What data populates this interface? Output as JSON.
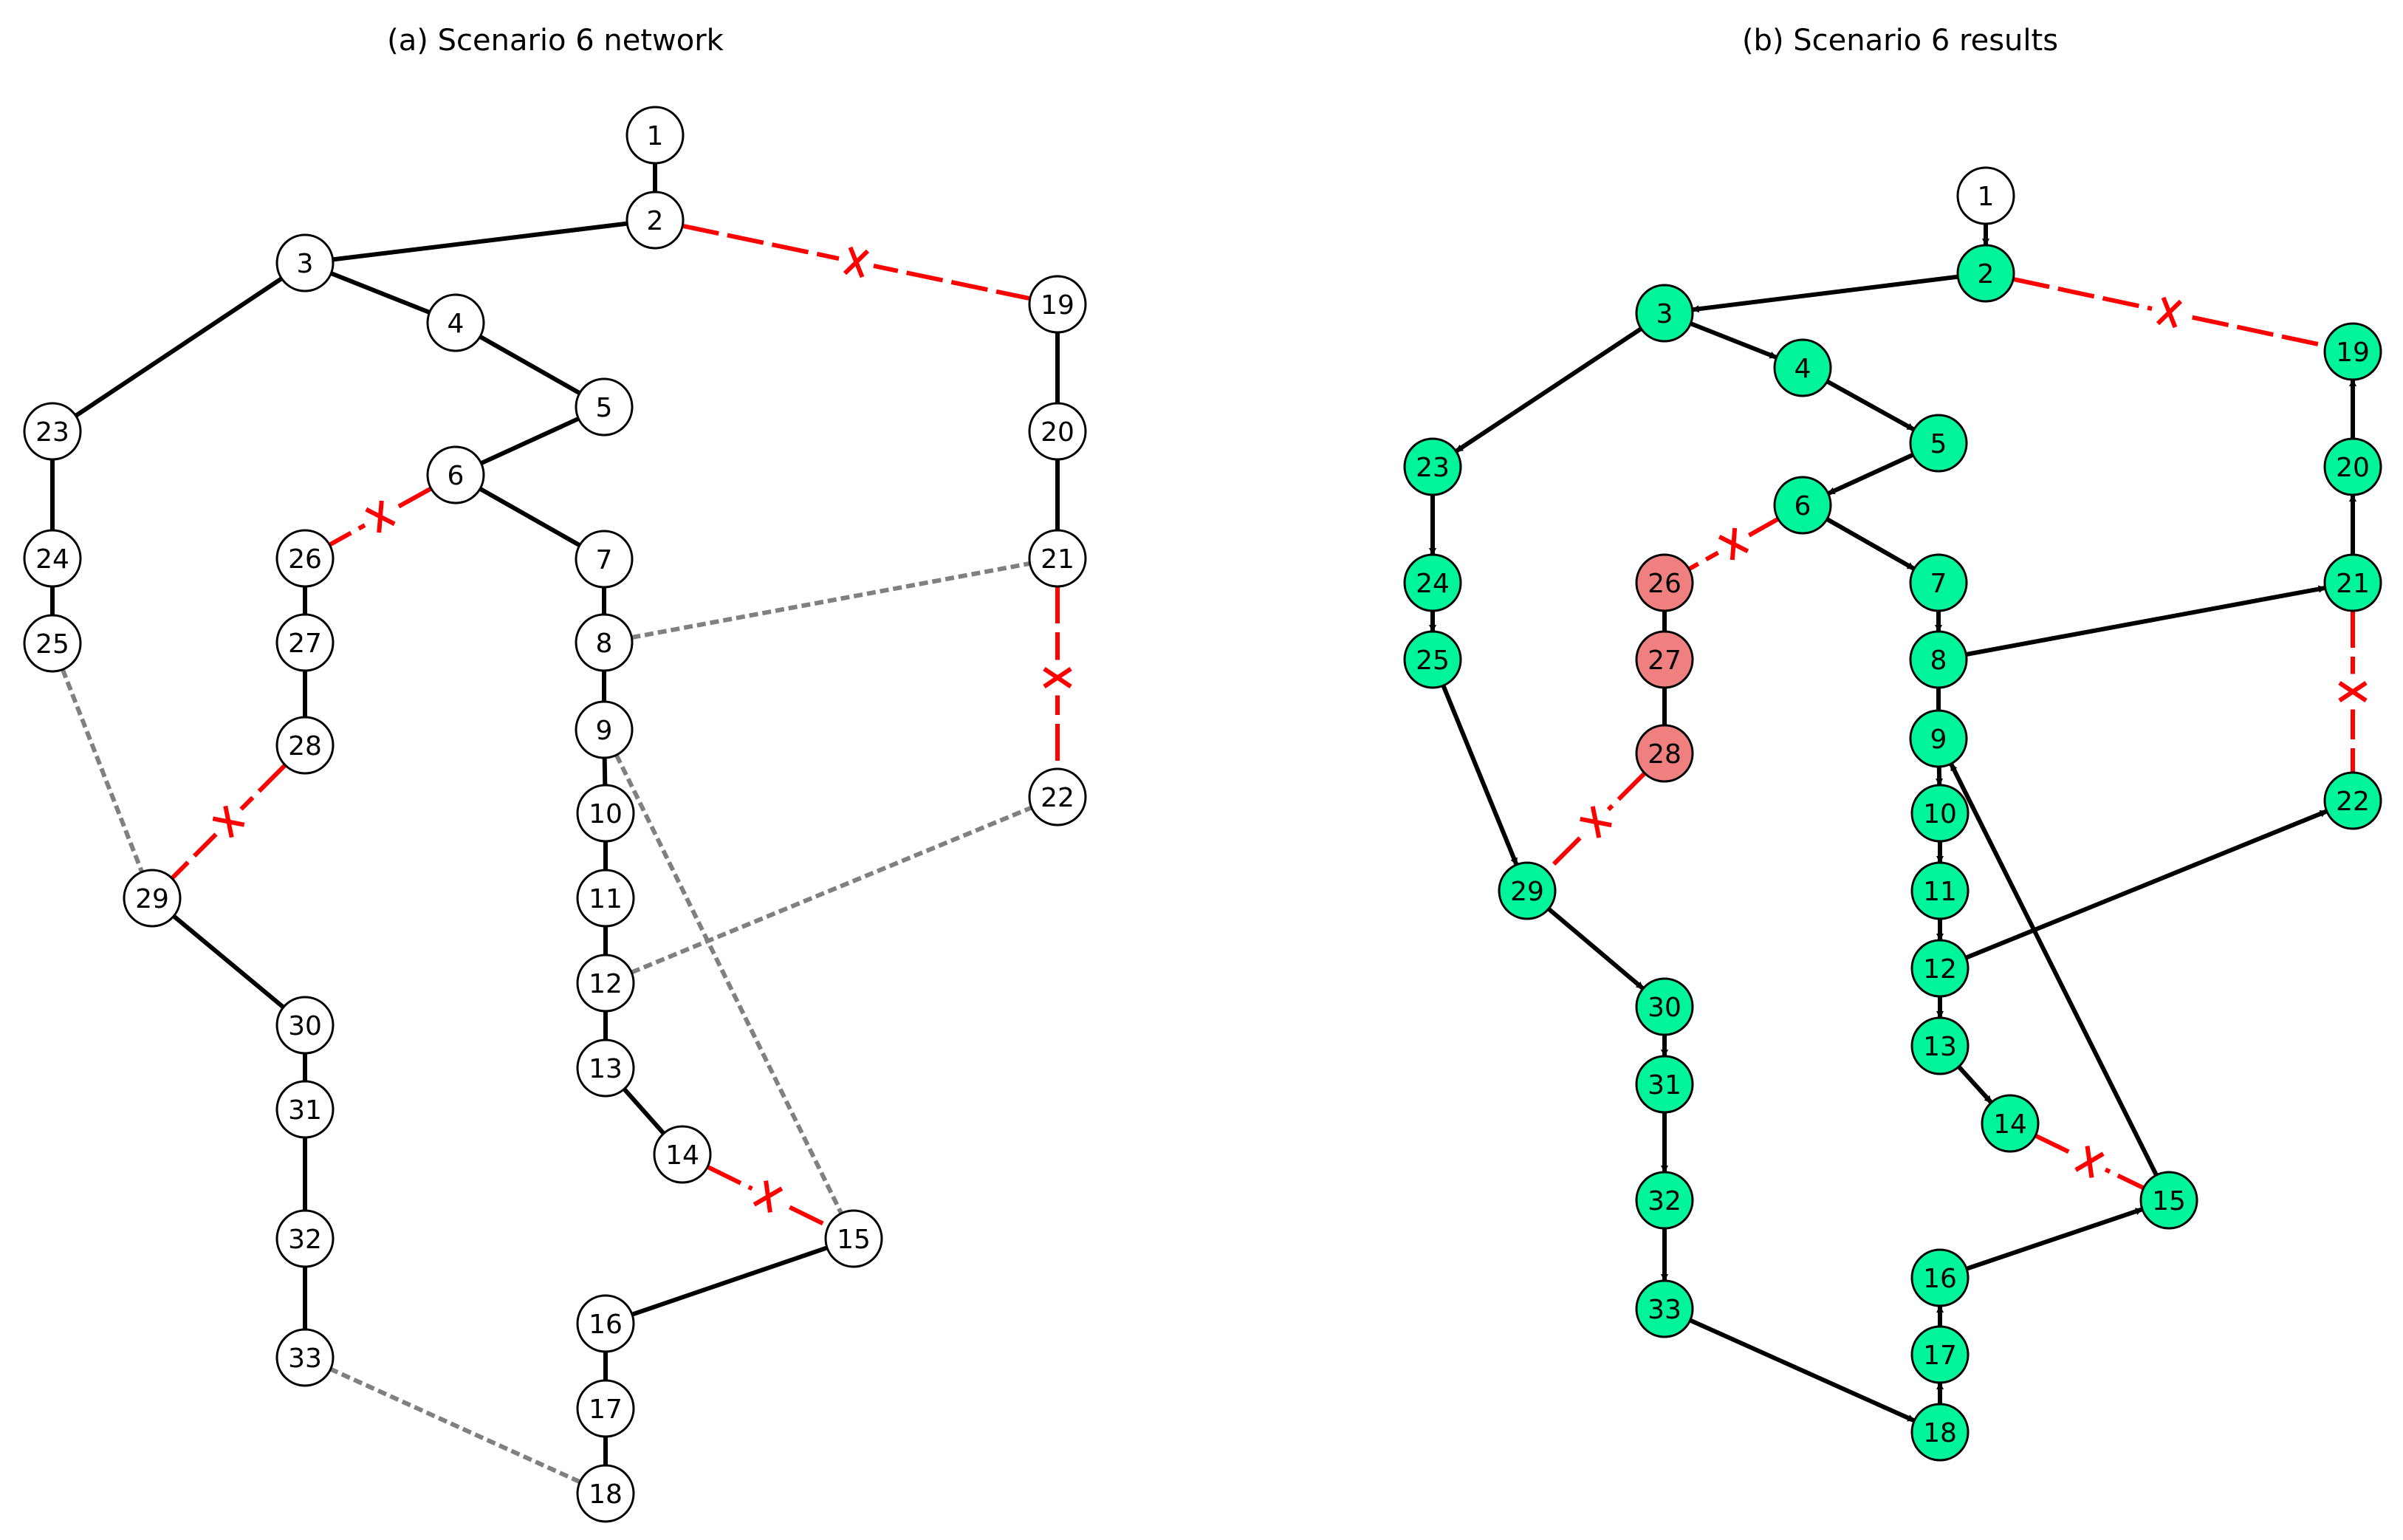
{
  "panels": [
    {
      "id": "a",
      "title": "(a) Scenario 6 network",
      "directed": false,
      "nodes": [
        {
          "id": "1"
        },
        {
          "id": "2"
        },
        {
          "id": "3"
        },
        {
          "id": "4"
        },
        {
          "id": "5"
        },
        {
          "id": "6"
        },
        {
          "id": "7"
        },
        {
          "id": "8"
        },
        {
          "id": "9"
        },
        {
          "id": "10"
        },
        {
          "id": "11"
        },
        {
          "id": "12"
        },
        {
          "id": "13"
        },
        {
          "id": "14"
        },
        {
          "id": "15"
        },
        {
          "id": "16"
        },
        {
          "id": "17"
        },
        {
          "id": "18"
        },
        {
          "id": "19"
        },
        {
          "id": "20"
        },
        {
          "id": "21"
        },
        {
          "id": "22"
        },
        {
          "id": "23"
        },
        {
          "id": "24"
        },
        {
          "id": "25"
        },
        {
          "id": "26"
        },
        {
          "id": "27"
        },
        {
          "id": "28"
        },
        {
          "id": "29"
        },
        {
          "id": "30"
        },
        {
          "id": "31"
        },
        {
          "id": "32"
        },
        {
          "id": "33"
        }
      ],
      "edges": [
        {
          "from": "1",
          "to": "2",
          "kind": "line"
        },
        {
          "from": "2",
          "to": "3",
          "kind": "line"
        },
        {
          "from": "3",
          "to": "4",
          "kind": "line"
        },
        {
          "from": "4",
          "to": "5",
          "kind": "line"
        },
        {
          "from": "5",
          "to": "6",
          "kind": "line"
        },
        {
          "from": "6",
          "to": "7",
          "kind": "line"
        },
        {
          "from": "7",
          "to": "8",
          "kind": "line"
        },
        {
          "from": "8",
          "to": "9",
          "kind": "line"
        },
        {
          "from": "9",
          "to": "10",
          "kind": "line"
        },
        {
          "from": "10",
          "to": "11",
          "kind": "line"
        },
        {
          "from": "11",
          "to": "12",
          "kind": "line"
        },
        {
          "from": "12",
          "to": "13",
          "kind": "line"
        },
        {
          "from": "13",
          "to": "14",
          "kind": "line"
        },
        {
          "from": "14",
          "to": "15",
          "kind": "fault"
        },
        {
          "from": "15",
          "to": "16",
          "kind": "line"
        },
        {
          "from": "16",
          "to": "17",
          "kind": "line"
        },
        {
          "from": "17",
          "to": "18",
          "kind": "line"
        },
        {
          "from": "2",
          "to": "19",
          "kind": "fault"
        },
        {
          "from": "19",
          "to": "20",
          "kind": "line"
        },
        {
          "from": "20",
          "to": "21",
          "kind": "line"
        },
        {
          "from": "21",
          "to": "22",
          "kind": "fault"
        },
        {
          "from": "3",
          "to": "23",
          "kind": "line"
        },
        {
          "from": "23",
          "to": "24",
          "kind": "line"
        },
        {
          "from": "24",
          "to": "25",
          "kind": "line"
        },
        {
          "from": "6",
          "to": "26",
          "kind": "fault"
        },
        {
          "from": "26",
          "to": "27",
          "kind": "line"
        },
        {
          "from": "27",
          "to": "28",
          "kind": "line"
        },
        {
          "from": "28",
          "to": "29",
          "kind": "fault"
        },
        {
          "from": "29",
          "to": "30",
          "kind": "line"
        },
        {
          "from": "30",
          "to": "31",
          "kind": "line"
        },
        {
          "from": "31",
          "to": "32",
          "kind": "line"
        },
        {
          "from": "32",
          "to": "33",
          "kind": "line"
        },
        {
          "from": "8",
          "to": "21",
          "kind": "tie"
        },
        {
          "from": "9",
          "to": "15",
          "kind": "tie"
        },
        {
          "from": "12",
          "to": "22",
          "kind": "tie"
        },
        {
          "from": "18",
          "to": "33",
          "kind": "tie"
        },
        {
          "from": "25",
          "to": "29",
          "kind": "tie"
        }
      ]
    },
    {
      "id": "b",
      "title": "(b) Scenario 6 results",
      "directed": true,
      "nodes": [
        {
          "id": "1",
          "status": "source"
        },
        {
          "id": "2",
          "status": "restored"
        },
        {
          "id": "3",
          "status": "restored"
        },
        {
          "id": "4",
          "status": "restored"
        },
        {
          "id": "5",
          "status": "restored"
        },
        {
          "id": "6",
          "status": "restored"
        },
        {
          "id": "7",
          "status": "restored"
        },
        {
          "id": "8",
          "status": "restored"
        },
        {
          "id": "9",
          "status": "restored"
        },
        {
          "id": "10",
          "status": "restored"
        },
        {
          "id": "11",
          "status": "restored"
        },
        {
          "id": "12",
          "status": "restored"
        },
        {
          "id": "13",
          "status": "restored"
        },
        {
          "id": "14",
          "status": "restored"
        },
        {
          "id": "15",
          "status": "restored"
        },
        {
          "id": "16",
          "status": "restored"
        },
        {
          "id": "17",
          "status": "restored"
        },
        {
          "id": "18",
          "status": "restored"
        },
        {
          "id": "19",
          "status": "restored"
        },
        {
          "id": "20",
          "status": "restored"
        },
        {
          "id": "21",
          "status": "restored"
        },
        {
          "id": "22",
          "status": "restored"
        },
        {
          "id": "23",
          "status": "restored"
        },
        {
          "id": "24",
          "status": "restored"
        },
        {
          "id": "25",
          "status": "restored"
        },
        {
          "id": "26",
          "status": "unserved"
        },
        {
          "id": "27",
          "status": "unserved"
        },
        {
          "id": "28",
          "status": "unserved"
        },
        {
          "id": "29",
          "status": "restored"
        },
        {
          "id": "30",
          "status": "restored"
        },
        {
          "id": "31",
          "status": "restored"
        },
        {
          "id": "32",
          "status": "restored"
        },
        {
          "id": "33",
          "status": "restored"
        }
      ],
      "edges": [
        {
          "from": "1",
          "to": "2",
          "kind": "flow"
        },
        {
          "from": "2",
          "to": "3",
          "kind": "flow"
        },
        {
          "from": "3",
          "to": "4",
          "kind": "flow"
        },
        {
          "from": "4",
          "to": "5",
          "kind": "flow"
        },
        {
          "from": "5",
          "to": "6",
          "kind": "flow"
        },
        {
          "from": "6",
          "to": "7",
          "kind": "flow"
        },
        {
          "from": "7",
          "to": "8",
          "kind": "flow"
        },
        {
          "from": "8",
          "to": "9",
          "kind": "line"
        },
        {
          "from": "8",
          "to": "21",
          "kind": "flow"
        },
        {
          "from": "21",
          "to": "20",
          "kind": "flow"
        },
        {
          "from": "20",
          "to": "19",
          "kind": "flow"
        },
        {
          "from": "2",
          "to": "19",
          "kind": "fault"
        },
        {
          "from": "21",
          "to": "22",
          "kind": "fault"
        },
        {
          "from": "15",
          "to": "9",
          "kind": "flow"
        },
        {
          "from": "9",
          "to": "10",
          "kind": "flow"
        },
        {
          "from": "10",
          "to": "11",
          "kind": "flow"
        },
        {
          "from": "11",
          "to": "12",
          "kind": "flow"
        },
        {
          "from": "12",
          "to": "22",
          "kind": "flow"
        },
        {
          "from": "12",
          "to": "13",
          "kind": "flow"
        },
        {
          "from": "13",
          "to": "14",
          "kind": "flow"
        },
        {
          "from": "14",
          "to": "15",
          "kind": "fault"
        },
        {
          "from": "16",
          "to": "15",
          "kind": "flow"
        },
        {
          "from": "17",
          "to": "16",
          "kind": "flow"
        },
        {
          "from": "18",
          "to": "17",
          "kind": "flow"
        },
        {
          "from": "33",
          "to": "18",
          "kind": "flow"
        },
        {
          "from": "3",
          "to": "23",
          "kind": "flow"
        },
        {
          "from": "23",
          "to": "24",
          "kind": "flow"
        },
        {
          "from": "24",
          "to": "25",
          "kind": "flow"
        },
        {
          "from": "25",
          "to": "29",
          "kind": "flow"
        },
        {
          "from": "29",
          "to": "30",
          "kind": "flow"
        },
        {
          "from": "30",
          "to": "31",
          "kind": "flow"
        },
        {
          "from": "31",
          "to": "32",
          "kind": "flow"
        },
        {
          "from": "32",
          "to": "33",
          "kind": "flow"
        },
        {
          "from": "6",
          "to": "26",
          "kind": "fault"
        },
        {
          "from": "26",
          "to": "27",
          "kind": "line"
        },
        {
          "from": "27",
          "to": "28",
          "kind": "line"
        },
        {
          "from": "28",
          "to": "29",
          "kind": "fault"
        }
      ]
    }
  ],
  "colors": {
    "line": "#000000",
    "fault": "#ff0000",
    "tie": "#808080",
    "node_default": "#ffffff",
    "restored": "#00f59a",
    "unserved": "#f08080",
    "node_stroke": "#000000"
  }
}
